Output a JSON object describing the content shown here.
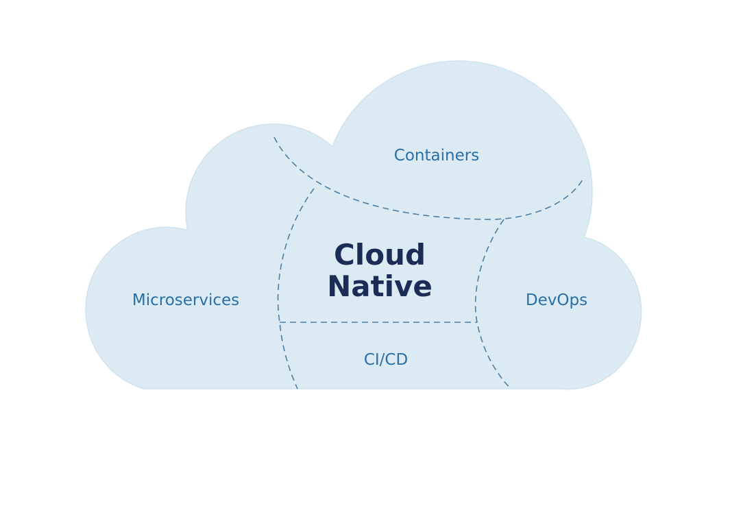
{
  "diagram": {
    "title_lines": [
      "Cloud",
      "Native"
    ],
    "regions": {
      "containers": "Containers",
      "microservices": "Microservices",
      "devops": "DevOps",
      "cicd": "CI/CD"
    },
    "colors": {
      "cloud_fill": "#dcebf3",
      "cloud_edge": "#c9e0ec",
      "label": "#2a6fa6",
      "title": "#1b2d57",
      "divider": "#4d7da3"
    }
  }
}
